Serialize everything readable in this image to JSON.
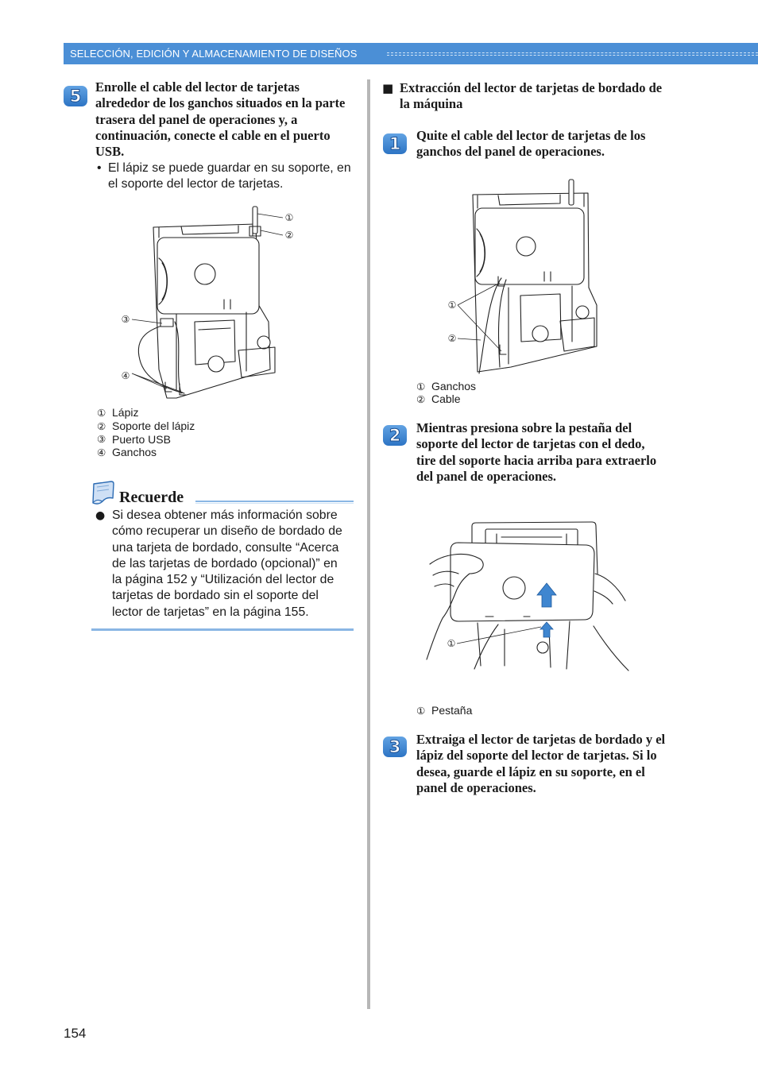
{
  "header": {
    "section_title": "SELECCIÓN, EDICIÓN Y ALMACENAMIENTO DE DISEÑOS"
  },
  "left_column": {
    "step": {
      "number": "5",
      "instruction_lines": [
        "Enrolle el cable del lector de tarjetas",
        "alrededor de los ganchos situados en la parte",
        "trasera del panel de operaciones y, a",
        "continuación, conecte el cable en el puerto",
        "USB."
      ],
      "note": {
        "bullet": "•",
        "lines": [
          "El lápiz se puede guardar en su soporte, en",
          "el soporte del lector de tarjetas."
        ]
      }
    },
    "figure": {
      "callouts": [
        "①",
        "②",
        "③",
        "④"
      ]
    },
    "legend": [
      {
        "marker": "①",
        "label": "Lápiz"
      },
      {
        "marker": "②",
        "label": "Soporte del lápiz"
      },
      {
        "marker": "③",
        "label": "Puerto USB"
      },
      {
        "marker": "④",
        "label": "Ganchos"
      }
    ],
    "memo": {
      "icon": "note-icon",
      "title": "Recuerde",
      "bullet": "●",
      "lines": [
        "Si desea obtener más información sobre",
        "cómo recuperar un diseño de bordado de",
        "una tarjeta de bordado, consulte “Acerca",
        "de las tarjetas de bordado (opcional)” en",
        "la página 152 y “Utilización del lector de",
        "tarjetas de bordado sin el soporte del",
        "lector de tarjetas” en la página 155."
      ]
    }
  },
  "right_column": {
    "section": {
      "marker": "■",
      "title_lines": [
        "Extracción del lector de tarjetas de bordado de",
        "la máquina"
      ]
    },
    "steps": [
      {
        "number": "1",
        "instruction_lines": [
          "Quite el cable del lector de tarjetas de los",
          "ganchos del panel de operaciones."
        ],
        "figure": {
          "callouts": [
            "①",
            "②"
          ]
        },
        "legend": [
          {
            "marker": "①",
            "label": "Ganchos"
          },
          {
            "marker": "②",
            "label": "Cable"
          }
        ]
      },
      {
        "number": "2",
        "instruction_lines": [
          "Mientras presiona sobre la pestaña del",
          "soporte del lector de tarjetas con el dedo,",
          "tire del soporte hacia arriba para extraerlo",
          "del panel de operaciones."
        ],
        "figure": {
          "callouts": [
            "①"
          ]
        },
        "legend": [
          {
            "marker": "①",
            "label": "Pestaña"
          }
        ]
      },
      {
        "number": "3",
        "instruction_lines": [
          "Extraiga el lector de tarjetas de bordado y el",
          "lápiz del soporte del lector de tarjetas. Si lo",
          "desea, guarde el lápiz en su soporte, en el",
          "panel de operaciones."
        ]
      }
    ]
  },
  "footer": {
    "page_number": "154"
  },
  "theme": {
    "accent": "#4b8fd6",
    "badge_top": "#62a3e3",
    "badge_bottom": "#2d74c4",
    "rule": "#8ab6e4",
    "divider": "#b7b7b7",
    "arrow": "#3f86d0"
  }
}
